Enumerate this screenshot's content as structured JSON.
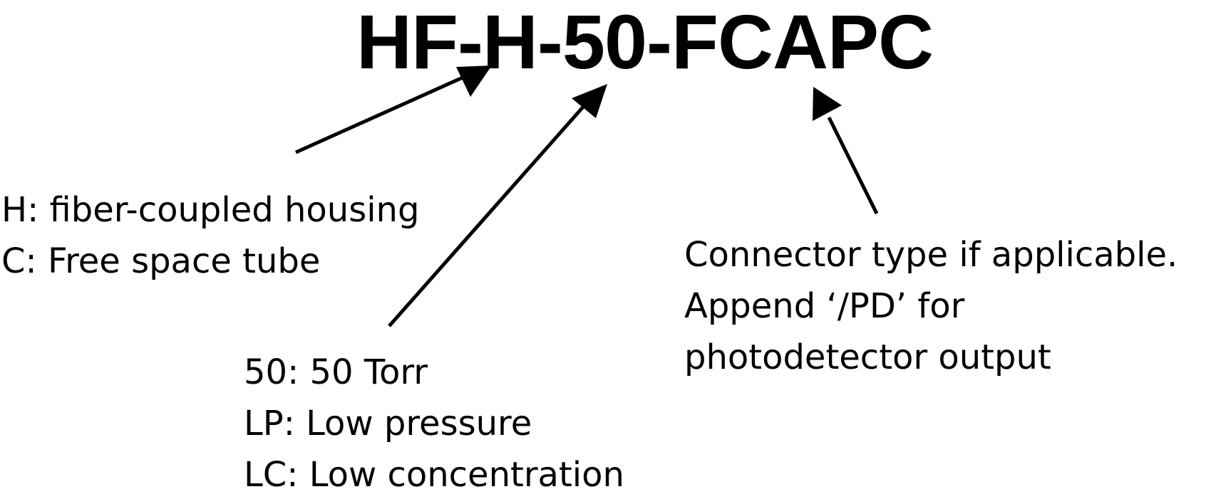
{
  "part_number": "HF-H-50-FCAPC",
  "annotations": {
    "housing": {
      "lines": [
        "H: fiber-coupled housing",
        "C: Free space tube"
      ]
    },
    "pressure": {
      "lines": [
        "50: 50 Torr",
        "LP: Low pressure",
        "LC: Low concentration"
      ]
    },
    "connector": {
      "lines": [
        "Connector type if applicable.",
        "Append ‘/PD’ for",
        "photodetector output"
      ]
    }
  },
  "colors": {
    "ink": "#000000",
    "background": "#ffffff"
  }
}
